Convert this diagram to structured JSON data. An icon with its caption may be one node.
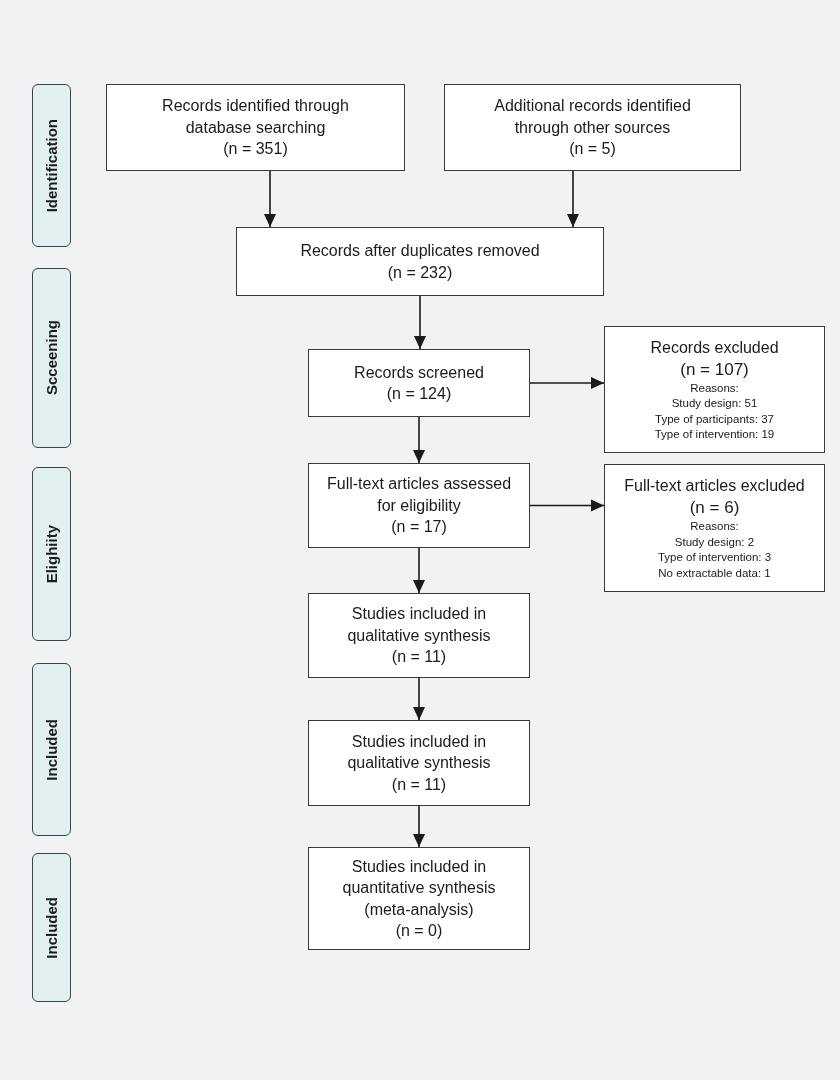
{
  "diagram": {
    "nodes": [
      {
        "text": [
          "Records identified through database searching",
          "(n = 351)"
        ]
      },
      {
        "text": [
          "Additional records identified through other sources",
          "(n = 5)"
        ]
      },
      {
        "text": [
          "Records after duplicates removed",
          "(n = 232)"
        ]
      },
      {
        "text": [
          "Records screened",
          "(n = 124)"
        ]
      },
      {
        "text": [
          "Records excluded",
          "(n = 107)",
          "Reasons:",
          "Study design: 51",
          "Type of participants: 37",
          "Type of intervention: 19"
        ]
      },
      {
        "text": [
          "Full-text articles assessed for eligibility",
          "(n = 17)"
        ]
      },
      {
        "text": [
          "Full-text articles excluded",
          "(n = 6)",
          "Reasons:",
          "Study design: 2",
          "Type of intervention: 3",
          "No extractable data: 1"
        ]
      },
      {
        "text": [
          "Studies included in qualitative synthesis",
          "(n = 11)"
        ]
      },
      {
        "text": [
          "Studies included in qualitative synthesis",
          "(n = 11)"
        ]
      },
      {
        "text": [
          "Studies included in quantitative synthesis (meta-analysis)",
          "(n = 0)"
        ]
      },
      {
        "text": [
          "Identification"
        ]
      },
      {
        "text": [
          "Scceening"
        ]
      },
      {
        "text": [
          "Elighiity"
        ]
      },
      {
        "text": [
          "Included"
        ]
      },
      {
        "text": [
          "Included"
        ]
      }
    ],
    "edges": [
      {
        "from": 0,
        "to": 2,
        "arrow": "to"
      },
      {
        "from": 1,
        "to": 2,
        "arrow": "to"
      },
      {
        "from": 2,
        "to": 3,
        "arrow": "to"
      },
      {
        "from": 3,
        "to": 4,
        "arrow": "to"
      },
      {
        "from": 3,
        "to": 5,
        "arrow": "to"
      },
      {
        "from": 5,
        "to": 6,
        "arrow": "to"
      },
      {
        "from": 5,
        "to": 7,
        "arrow": "to"
      },
      {
        "from": 7,
        "to": 8,
        "arrow": "to"
      },
      {
        "from": 8,
        "to": 9,
        "arrow": "to"
      }
    ]
  }
}
